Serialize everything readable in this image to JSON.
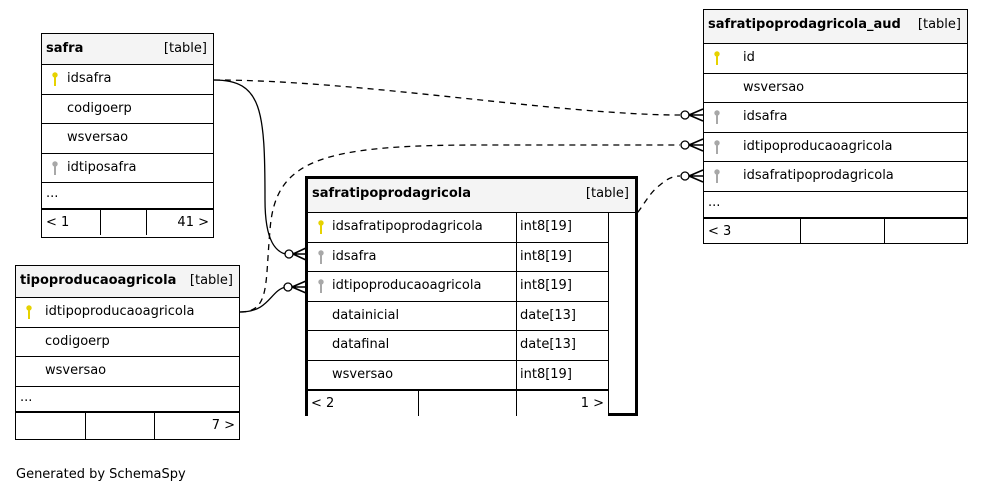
{
  "tables": {
    "safra": {
      "name": "safra",
      "type_label": "[table]",
      "columns": [
        "idsafra",
        "codigoerp",
        "wsversao",
        "idtiposafra"
      ],
      "ellipsis": "...",
      "footer_left": "< 1",
      "footer_right": "41 >"
    },
    "tipoproducaoagricola": {
      "name": "tipoproducaoagricola",
      "type_label": "[table]",
      "columns": [
        "idtipoproducaoagricola",
        "codigoerp",
        "wsversao"
      ],
      "ellipsis": "...",
      "footer_right": "7 >"
    },
    "safratipoprodagricola": {
      "name": "safratipoprodagricola",
      "type_label": "[table]",
      "columns": [
        "idsafratipoprodagricola",
        "idsafra",
        "idtipoproducaoagricola",
        "datainicial",
        "datafinal",
        "wsversao"
      ],
      "types": [
        "int8[19]",
        "int8[19]",
        "int8[19]",
        "date[13]",
        "date[13]",
        "int8[19]"
      ],
      "footer_left": "< 2",
      "footer_right": "1 >"
    },
    "safratipoprodagricola_aud": {
      "name": "safratipoprodagricola_aud",
      "type_label": "[table]",
      "columns": [
        "id",
        "wsversao",
        "idsafra",
        "idtipoproducaoagricola",
        "idsafratipoprodagricola"
      ],
      "ellipsis": "...",
      "footer_left": "< 3"
    }
  },
  "key_colors": {
    "primary": "#e6d200",
    "foreign": "#a8a8a8"
  },
  "footer_note": "Generated by SchemaSpy"
}
